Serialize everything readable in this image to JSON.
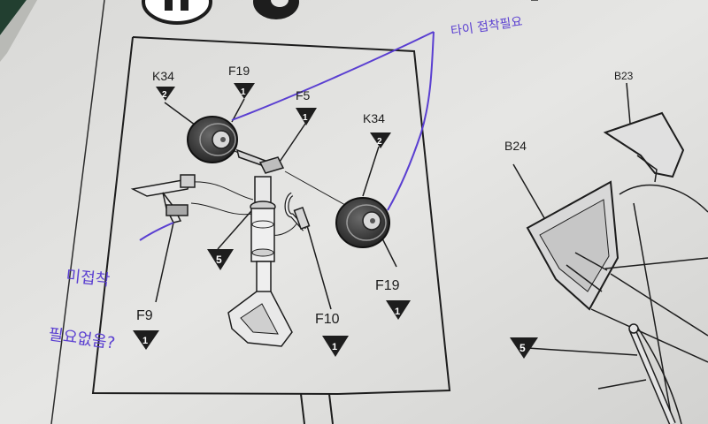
{
  "parts": {
    "k34_left": "K34",
    "k34_left_qty": "2",
    "f19_top": "F19",
    "f19_top_qty": "1",
    "f5": "F5",
    "f5_qty": "1",
    "k34_right": "K34",
    "k34_right_qty": "2",
    "f19_bottom": "F19",
    "f19_bottom_qty": "1",
    "f9": "F9",
    "f9_qty": "1",
    "f10": "F10",
    "f10_qty": "1",
    "step": "5",
    "b23": "B23",
    "b24": "B24",
    "step_right": "5"
  },
  "handwriting": {
    "top_note": "타이 접착필요",
    "left_note_1": "미접착",
    "left_note_2": "필요없음?"
  },
  "colors": {
    "paper": "#e4e4e2",
    "ink": "#1d1d1d",
    "pen": "#5a3fd1"
  }
}
